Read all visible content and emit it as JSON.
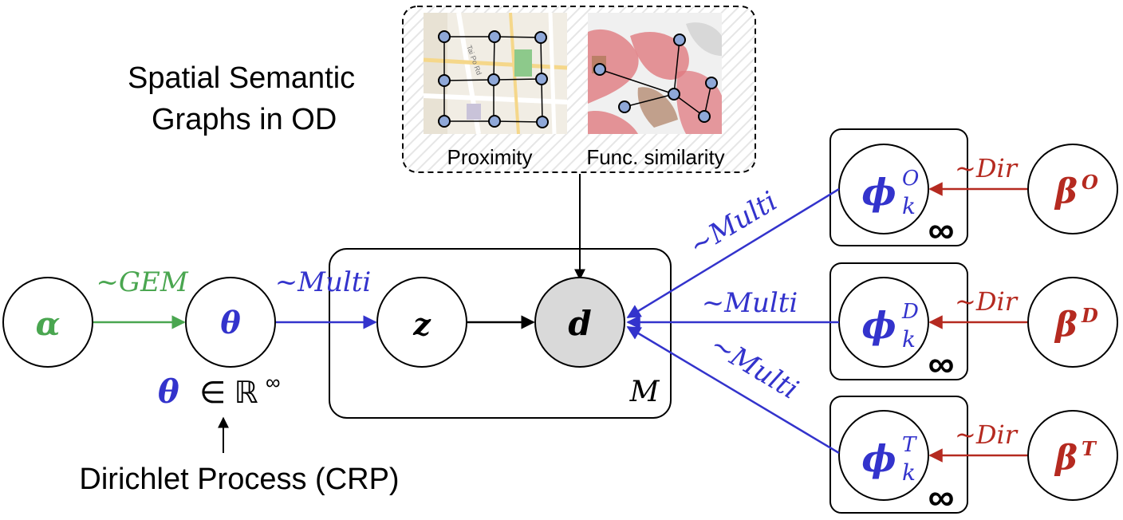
{
  "colors": {
    "green": "#4aa650",
    "blue": "#3333cc",
    "red": "#b52a20",
    "black": "#000000",
    "node_fill": "#ffffff",
    "observed_fill": "#d9d9d9",
    "map_red": "#e07a80",
    "map_green": "#8dc98b",
    "graph_node": "#8fa8d8"
  },
  "header": {
    "title_line1": "Spatial Semantic",
    "title_line2": "Graphs in OD",
    "panel_left_label": "Proximity",
    "panel_right_label": "Func. similarity",
    "map_street_label": "Tai Po Rd"
  },
  "nodes": {
    "alpha": "α",
    "theta": "θ",
    "z": "z",
    "d": "d",
    "phi": "ϕ",
    "subscript_k": "k",
    "phi_O_sup": "O",
    "phi_D_sup": "D",
    "phi_T_sup": "T",
    "beta": "β",
    "beta_O_sup": "O",
    "beta_D_sup": "D",
    "beta_T_sup": "T"
  },
  "edges": {
    "gem": "~GEM",
    "multi_theta_z": "~Multi",
    "multi_O": "~Multi",
    "multi_D": "~Multi",
    "multi_T": "~Multi",
    "dir_O": "~Dir",
    "dir_D": "~Dir",
    "dir_T": "~Dir"
  },
  "plates": {
    "main_plate_label": "M",
    "topic_plate_label": "∞"
  },
  "annotations": {
    "theta_space": "θ ∈ ℝ∞",
    "theta_space_theta": "θ",
    "theta_space_in": "∈ ℝ",
    "theta_space_inf": "∞",
    "dirichlet_process": "Dirichlet Process (CRP)"
  }
}
